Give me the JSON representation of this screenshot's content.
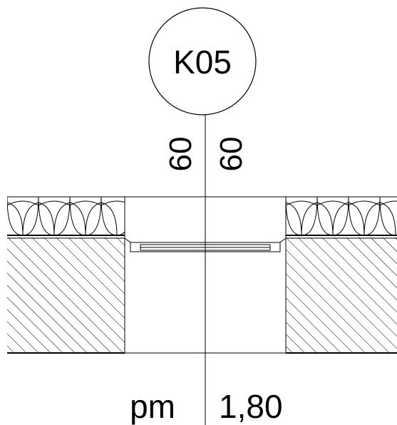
{
  "tag": {
    "label": "K05"
  },
  "dimensions": {
    "left": "60",
    "right": "60"
  },
  "bottom_label": {
    "prefix": "pm",
    "value": "1,80"
  },
  "colors": {
    "stroke": "#000000",
    "background": "#ffffff"
  }
}
